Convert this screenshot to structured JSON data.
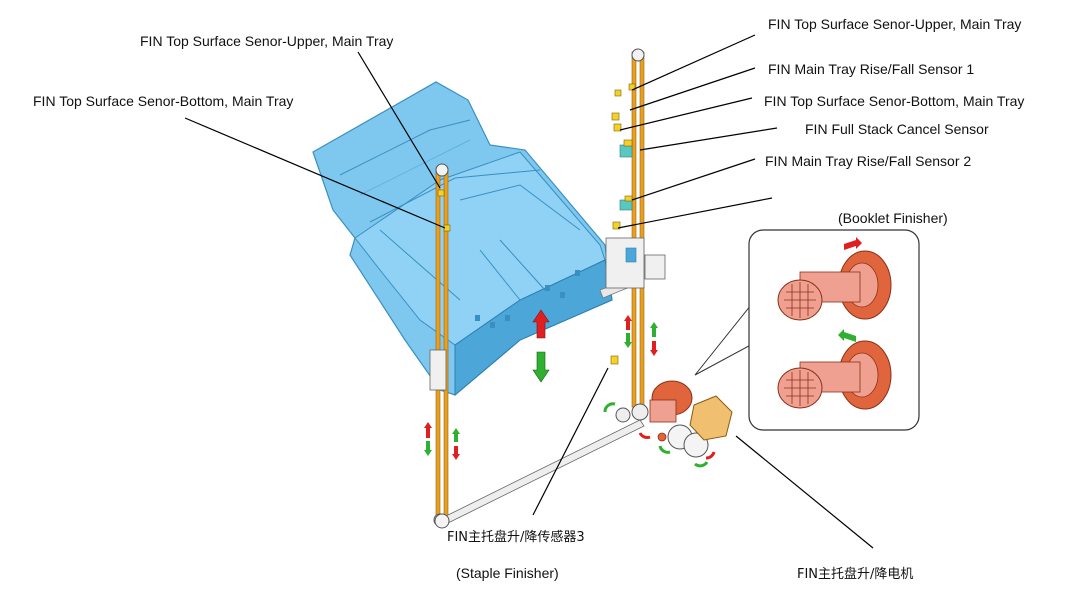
{
  "labels": {
    "left_upper": "FIN Top Surface Senor-Upper, Main Tray",
    "left_bottom": "FIN Top Surface Senor-Bottom, Main Tray",
    "right_upper": "FIN Top Surface Senor-Upper, Main Tray",
    "rise_fall_1": "FIN Main Tray Rise/Fall Sensor 1",
    "right_bottom": "FIN Top Surface Senor-Bottom, Main Tray",
    "full_stack": "FIN Full Stack Cancel Sensor",
    "rise_fall_2": "FIN Main Tray Rise/Fall Sensor 2",
    "booklet": "(Booklet Finisher)",
    "sensor3": "FIN主托盘升/降传感器3",
    "staple": "(Staple Finisher)",
    "motor": "FIN主托盘升/降电机"
  },
  "colors": {
    "tray": "#7ec8f0",
    "tray_dark": "#4da6d8",
    "belt": "#e8a020",
    "sensor_yellow": "#f2d22a",
    "sensor_teal": "#58c8c0",
    "gear": "#e0643c",
    "shaft": "#f0a090",
    "motor": "#f0c070",
    "arrow_red": "#e02020",
    "arrow_green": "#30b030"
  }
}
